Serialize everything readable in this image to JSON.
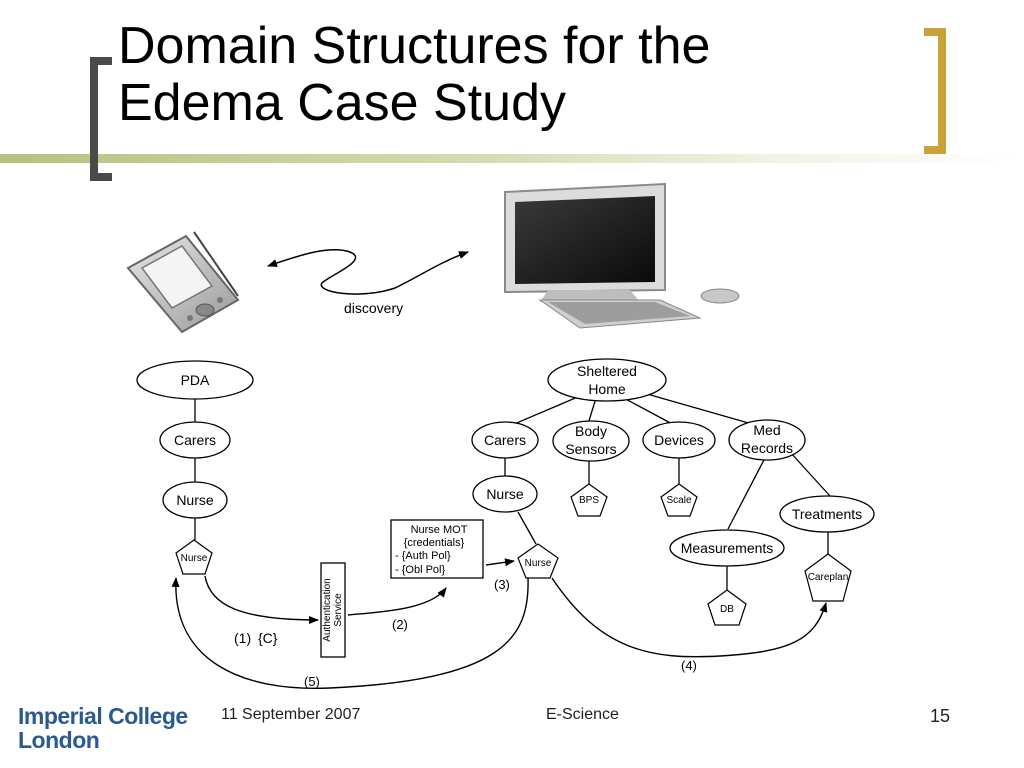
{
  "slide": {
    "title_line1": "Domain Structures for the",
    "title_line2": "Edema Case Study",
    "footer_date": "11 September 2007",
    "footer_center": "E-Science",
    "page_number": "15",
    "logo_line1": "Imperial College",
    "logo_line2": "London"
  },
  "diagram": {
    "discovery_label": "discovery",
    "left_tree": {
      "root": "PDA",
      "child": "Carers",
      "grandchild": "Nurse",
      "pentagon": "Nurse"
    },
    "right_tree": {
      "root_line1": "Sheltered",
      "root_line2": "Home",
      "carers": "Carers",
      "body_sensors_line1": "Body",
      "body_sensors_line2": "Sensors",
      "devices": "Devices",
      "med_records_line1": "Med",
      "med_records_line2": "Records",
      "nurse": "Nurse",
      "nurse_pentagon": "Nurse",
      "bps": "BPS",
      "scale": "Scale",
      "measurements": "Measurements",
      "treatments": "Treatments",
      "db": "DB",
      "careplan": "Careplan"
    },
    "auth_service_line1": "Authentication",
    "auth_service_line2": "Service",
    "nurse_mot": {
      "line1": "Nurse MOT",
      "line2": "{credentials}",
      "line3": "- {Auth Pol}",
      "line4": "- {Obl Pol}"
    },
    "steps": {
      "s1": "(1)",
      "s1_payload": "{C}",
      "s2": "(2)",
      "s3": "(3)",
      "s4": "(4)",
      "s5": "(5)"
    }
  },
  "colors": {
    "left_bracket": "#4a4a4a",
    "right_bracket": "#c9a33a",
    "title_band": "#b9c07e",
    "logo_blue": "#2a5a8f"
  }
}
